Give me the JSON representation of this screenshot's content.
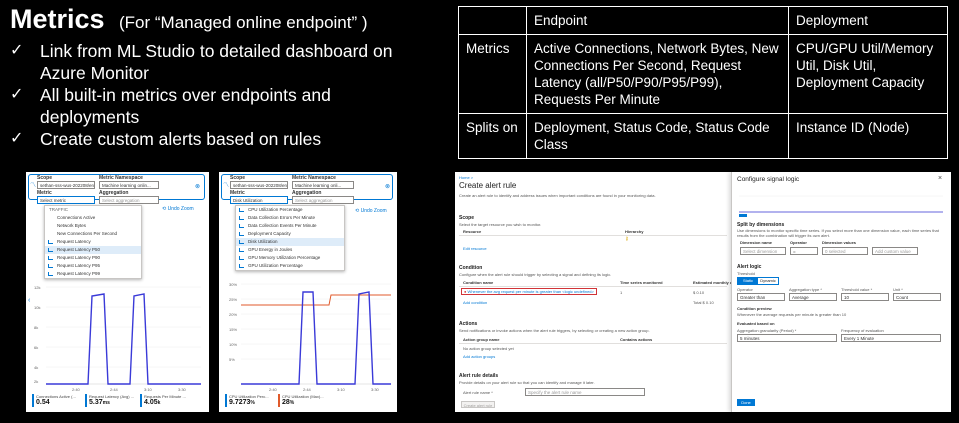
{
  "slide": {
    "title": "Metrics",
    "subtitle": "(For “Managed online endpoint” )",
    "bullets": [
      "Link from ML Studio to detailed dashboard on Azure Monitor",
      "All built-in metrics over endpoints and deployments",
      "Create custom alerts based on rules"
    ],
    "check_glyph": "✓"
  },
  "table": {
    "headers": [
      "",
      "Endpoint",
      "Deployment"
    ],
    "rows": [
      [
        "Metrics",
        "Active Connections, Network Bytes, New Connections Per Second, Request Latency (all/P50/P90/P95/P99), Requests Per Minute",
        "CPU/GPU Util/Memory Util, Disk Util, Deployment Capacity"
      ],
      [
        "Splits on",
        "Deployment, Status Code, Status Code Class",
        "Instance ID (Node)"
      ]
    ]
  },
  "panel1": {
    "scope_label": "Scope",
    "scope_value": "sethan-sss-wus-202208/en...",
    "namespace_label": "Metric Namespace",
    "namespace_value": "Machine learning onlin...",
    "metric_label": "Metric",
    "metric_value": "Select metric",
    "aggregation_label": "Aggregation",
    "aggregation_value": "Select aggregation",
    "dropdown": [
      {
        "label": "TRAFFIC",
        "kind": "cat"
      },
      {
        "label": "Connections Active",
        "kind": "item"
      },
      {
        "label": "Network Bytes",
        "kind": "item"
      },
      {
        "label": "New Connections Per Second",
        "kind": "item"
      },
      {
        "label": "Request Latency",
        "kind": "icon"
      },
      {
        "label": "Request Latency P50",
        "kind": "icon-hl"
      },
      {
        "label": "Request Latency P90",
        "kind": "icon"
      },
      {
        "label": "Request Latency P95",
        "kind": "icon"
      },
      {
        "label": "Request Latency P99",
        "kind": "icon"
      }
    ],
    "undo_zoom": "Undo Zoom",
    "y_ticks": [
      "12k",
      "10k",
      "8k",
      "6k",
      "4k",
      "2k",
      "0"
    ],
    "x_ticks": [
      "2:40",
      "2:44",
      "3:10",
      "3:30"
    ],
    "legend": [
      {
        "label": "Connections Active (...",
        "value": "0.54",
        "color": "#0078d4"
      },
      {
        "label": "Request Latency (Avg) ...",
        "value": "5.37",
        "unit": "ms",
        "color": "#0078d4"
      },
      {
        "label": "Requests Per Minute ...",
        "value": "4.05",
        "unit": "k",
        "color": "#0078d4"
      }
    ]
  },
  "panel2": {
    "scope_label": "Scope",
    "scope_value": "sethan-sss-wus-202208/en...",
    "namespace_label": "Metric Namespace",
    "namespace_value": "Machine learning onli...",
    "metric_label": "Metric",
    "metric_value": "Disk Utilization",
    "aggregation_label": "Aggregation",
    "aggregation_value": "Select aggregation",
    "dropdown": [
      {
        "label": "CPU Utilization Percentage",
        "kind": "icon"
      },
      {
        "label": "Data Collection Errors Per Minute",
        "kind": "icon"
      },
      {
        "label": "Data Collection Events Per Minute",
        "kind": "icon"
      },
      {
        "label": "Deployment Capacity",
        "kind": "icon"
      },
      {
        "label": "Disk Utilization",
        "kind": "icon-hl"
      },
      {
        "label": "GPU Energy in Joules",
        "kind": "icon"
      },
      {
        "label": "GPU Memory Utilization Percentage",
        "kind": "icon"
      },
      {
        "label": "GPU Utilization Percentage",
        "kind": "icon"
      }
    ],
    "undo_zoom": "Undo Zoom",
    "y_ticks": [
      "40%",
      "35%",
      "30%",
      "25%",
      "20%",
      "15%",
      "10%",
      "5%",
      "0%"
    ],
    "x_ticks": [
      "2:40",
      "2:44",
      "3:10",
      "3:30"
    ],
    "legend": [
      {
        "label": "CPU Utilization Perc...",
        "value": "9.7273",
        "unit": "%",
        "color": "#0078d4"
      },
      {
        "label": "CPU Utilization (Max)...",
        "value": "28",
        "unit": "%",
        "color": "#e05a2b"
      }
    ]
  },
  "alert": {
    "breadcrumb": "Home >",
    "title": "Create alert rule",
    "intro": "Create an alert rule to identify and address issues when important conditions are found in your monitoring data.",
    "scope_section": "Scope",
    "scope_desc": "Select the target resource you wish to monitor.",
    "scope_headers": [
      "Resource",
      "Hierarchy"
    ],
    "edit_resource": "Edit resource",
    "condition_section": "Condition",
    "condition_desc": "Configure when the alert rule should trigger by selecting a signal and defining its logic.",
    "condition_headers": [
      "Condition name",
      "Time series monitored",
      "Estimated monthly cost"
    ],
    "condition_text": "Whenever the avg request per minute is greater than <logic undefined>",
    "condition_count": "1",
    "condition_cost": "$ 0.10",
    "add_condition": "Add condition",
    "total": "Total $ 0.10",
    "actions_section": "Actions",
    "actions_desc": "Send notifications or invoke actions when the alert rule triggers, by selecting or creating a new action group.",
    "actions_headers": [
      "Action group name",
      "Contains actions"
    ],
    "no_action": "No action group selected yet",
    "add_action": "Add action groups",
    "details_section": "Alert rule details",
    "details_desc": "Provide details on your alert rule so that you can identify and manage it later.",
    "rule_name_label": "Alert rule name *",
    "rule_name_placeholder": "Specify the alert rule name",
    "create_btn": "Create alert rule"
  },
  "signal": {
    "title": "Configure signal logic",
    "split_section": "Split by dimensions",
    "split_desc": "Use dimensions to monitor specific time series. If you select more than one dimension value, each time series that results from the combination will trigger its own alert.",
    "dim_headers": [
      "Dimension name",
      "Operator",
      "Dimension values"
    ],
    "dim_row": [
      "Select dimension",
      "=",
      "0 selected",
      "Add custom value"
    ],
    "alert_logic": "Alert logic",
    "threshold_label": "Threshold",
    "threshold_opts": [
      "Static",
      "Dynamic"
    ],
    "operator_label": "Operator",
    "operator_value": "Greater than",
    "agg_type_label": "Aggregation type *",
    "agg_type_value": "Average",
    "threshold_value_label": "Threshold value *",
    "threshold_value": "10",
    "unit_label": "Unit *",
    "unit_value": "Count",
    "preview_label": "Condition preview",
    "preview_text": "Whenever the average requests per minute is greater than 10",
    "evaluated_label": "Evaluated based on",
    "granularity_label": "Aggregation granularity (Period) *",
    "granularity_value": "5 minutes",
    "frequency_label": "Frequency of evaluation",
    "frequency_value": "Every 1 Minute",
    "done_btn": "Done"
  }
}
